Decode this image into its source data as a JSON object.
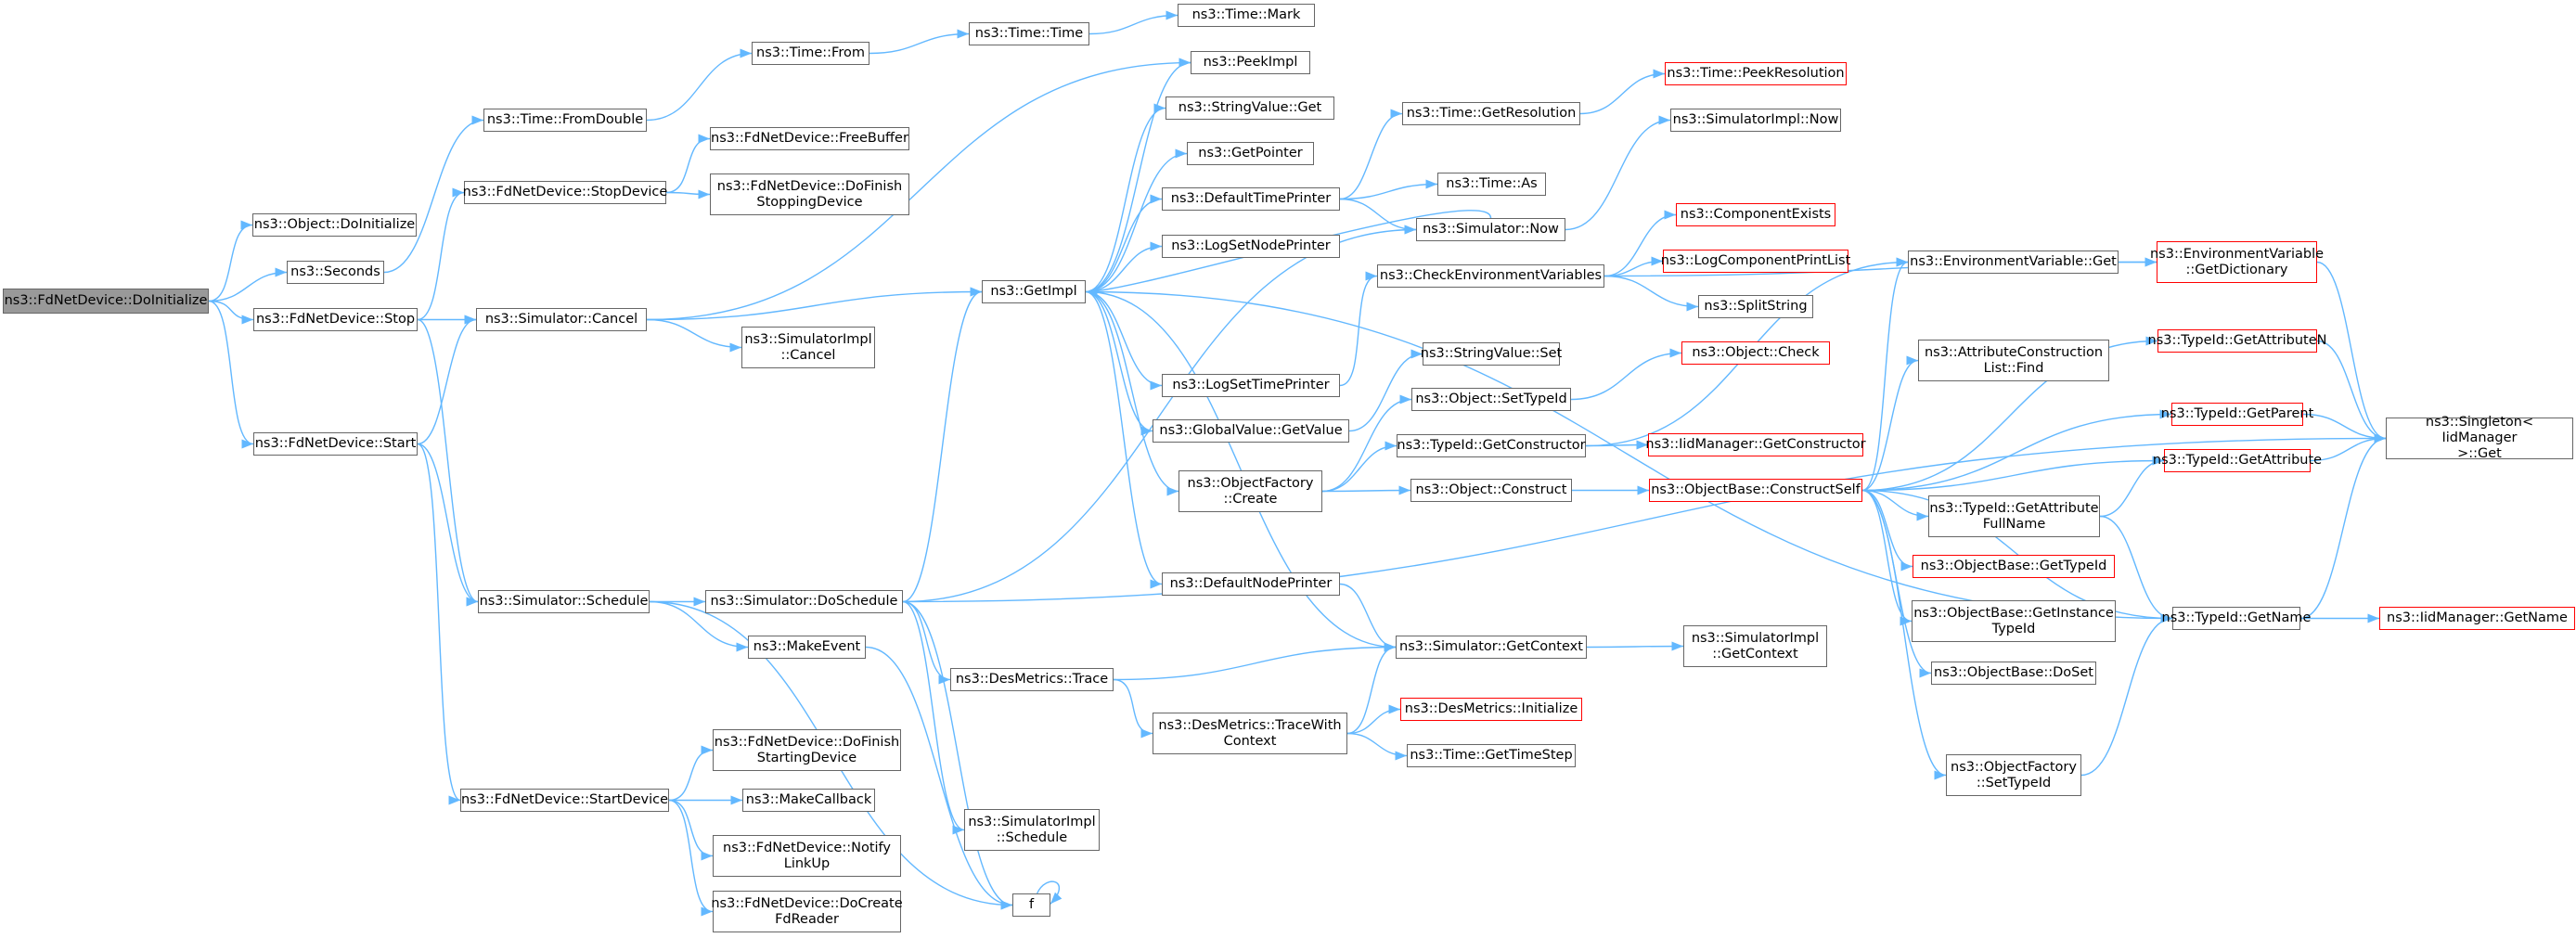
{
  "colors": {
    "edge": "#63b8ff",
    "border": "#666666",
    "truncated_border": "#ff0000",
    "root_fill": "#999999",
    "background": "#ffffff"
  },
  "graph": {
    "nodes": [
      {
        "id": "doinit",
        "label": "ns3::FdNetDevice::DoInitialize",
        "style": "root"
      },
      {
        "id": "objdoinit",
        "label": "ns3::Object::DoInitialize"
      },
      {
        "id": "seconds",
        "label": "ns3::Seconds"
      },
      {
        "id": "stop",
        "label": "ns3::FdNetDevice::Stop"
      },
      {
        "id": "start",
        "label": "ns3::FdNetDevice::Start"
      },
      {
        "id": "fromdouble",
        "label": "ns3::Time::FromDouble"
      },
      {
        "id": "stopdevice",
        "label": "ns3::FdNetDevice::StopDevice"
      },
      {
        "id": "cancel",
        "label": "ns3::Simulator::Cancel"
      },
      {
        "id": "schedule",
        "label": "ns3::Simulator::Schedule"
      },
      {
        "id": "startdevice",
        "label": "ns3::FdNetDevice::StartDevice"
      },
      {
        "id": "timefrom",
        "label": "ns3::Time::From"
      },
      {
        "id": "timetime",
        "label": "ns3::Time::Time"
      },
      {
        "id": "timemark",
        "label": "ns3::Time::Mark"
      },
      {
        "id": "freebuffer",
        "label": "ns3::FdNetDevice::FreeBuffer"
      },
      {
        "id": "dofinishstop",
        "label": "ns3::FdNetDevice::DoFinish\nStoppingDevice"
      },
      {
        "id": "simimplcancel",
        "label": "ns3::SimulatorImpl\n::Cancel"
      },
      {
        "id": "doschedule",
        "label": "ns3::Simulator::DoSchedule"
      },
      {
        "id": "makeevent",
        "label": "ns3::MakeEvent"
      },
      {
        "id": "dofinishstart",
        "label": "ns3::FdNetDevice::DoFinish\nStartingDevice"
      },
      {
        "id": "makecallback",
        "label": "ns3::MakeCallback"
      },
      {
        "id": "notifylinkup",
        "label": "ns3::FdNetDevice::Notify\nLinkUp"
      },
      {
        "id": "docreatefd",
        "label": "ns3::FdNetDevice::DoCreate\nFdReader"
      },
      {
        "id": "getimpl",
        "label": "ns3::GetImpl"
      },
      {
        "id": "desmtrace",
        "label": "ns3::DesMetrics::Trace"
      },
      {
        "id": "simimplsched",
        "label": "ns3::SimulatorImpl\n::Schedule"
      },
      {
        "id": "f",
        "label": "f"
      },
      {
        "id": "peekimpl",
        "label": "ns3::PeekImpl"
      },
      {
        "id": "strvalget",
        "label": "ns3::StringValue::Get"
      },
      {
        "id": "getpointer",
        "label": "ns3::GetPointer"
      },
      {
        "id": "deftimeprinter",
        "label": "ns3::DefaultTimePrinter"
      },
      {
        "id": "logsetnodeprinter",
        "label": "ns3::LogSetNodePrinter"
      },
      {
        "id": "logsettimeprinter",
        "label": "ns3::LogSetTimePrinter"
      },
      {
        "id": "globalvalget",
        "label": "ns3::GlobalValue::GetValue"
      },
      {
        "id": "objfactcreate",
        "label": "ns3::ObjectFactory\n::Create"
      },
      {
        "id": "defnodeprinter",
        "label": "ns3::DefaultNodePrinter"
      },
      {
        "id": "tracewithctx",
        "label": "ns3::DesMetrics::TraceWith\nContext"
      },
      {
        "id": "getresolution",
        "label": "ns3::Time::GetResolution"
      },
      {
        "id": "timeas",
        "label": "ns3::Time::As"
      },
      {
        "id": "simnow",
        "label": "ns3::Simulator::Now"
      },
      {
        "id": "checkenv",
        "label": "ns3::CheckEnvironmentVariables"
      },
      {
        "id": "strvalset",
        "label": "ns3::StringValue::Set"
      },
      {
        "id": "objsettypeid",
        "label": "ns3::Object::SetTypeId"
      },
      {
        "id": "tidgetctor",
        "label": "ns3::TypeId::GetConstructor"
      },
      {
        "id": "objconstruct",
        "label": "ns3::Object::Construct"
      },
      {
        "id": "getcontext",
        "label": "ns3::Simulator::GetContext"
      },
      {
        "id": "desminit",
        "label": "ns3::DesMetrics::Initialize",
        "style": "truncated"
      },
      {
        "id": "gettimestep",
        "label": "ns3::Time::GetTimeStep"
      },
      {
        "id": "peekres",
        "label": "ns3::Time::PeekResolution",
        "style": "truncated"
      },
      {
        "id": "simimplnow",
        "label": "ns3::SimulatorImpl::Now"
      },
      {
        "id": "compexists",
        "label": "ns3::ComponentExists",
        "style": "truncated"
      },
      {
        "id": "logcompprint",
        "label": "ns3::LogComponentPrintList",
        "style": "truncated"
      },
      {
        "id": "splitstring",
        "label": "ns3::SplitString"
      },
      {
        "id": "objcheck",
        "label": "ns3::Object::Check",
        "style": "truncated"
      },
      {
        "id": "iidmgrgetctor",
        "label": "ns3::IidManager::GetConstructor",
        "style": "truncated"
      },
      {
        "id": "constructself",
        "label": "ns3::ObjectBase::ConstructSelf",
        "style": "truncated"
      },
      {
        "id": "simimplgetctx",
        "label": "ns3::SimulatorImpl\n::GetContext"
      },
      {
        "id": "envvarget",
        "label": "ns3::EnvironmentVariable::Get"
      },
      {
        "id": "envvargetdict",
        "label": "ns3::EnvironmentVariable\n::GetDictionary",
        "style": "truncated"
      },
      {
        "id": "attrconstrfind",
        "label": "ns3::AttributeConstruction\nList::Find"
      },
      {
        "id": "tidgetattrn",
        "label": "ns3::TypeId::GetAttributeN",
        "style": "truncated"
      },
      {
        "id": "tidgetparent",
        "label": "ns3::TypeId::GetParent",
        "style": "truncated"
      },
      {
        "id": "tidgetattr",
        "label": "ns3::TypeId::GetAttribute",
        "style": "truncated"
      },
      {
        "id": "tidgetattrfull",
        "label": "ns3::TypeId::GetAttribute\nFullName"
      },
      {
        "id": "objbasegettid",
        "label": "ns3::ObjectBase::GetTypeId",
        "style": "truncated"
      },
      {
        "id": "objbasegetinst",
        "label": "ns3::ObjectBase::GetInstance\nTypeId"
      },
      {
        "id": "objbasedoset",
        "label": "ns3::ObjectBase::DoSet"
      },
      {
        "id": "objfactsettid",
        "label": "ns3::ObjectFactory\n::SetTypeId"
      },
      {
        "id": "tidgetname",
        "label": "ns3::TypeId::GetName"
      },
      {
        "id": "singletonget",
        "label": "ns3::Singleton< IidManager\n >::Get"
      },
      {
        "id": "iidmgrgetname",
        "label": "ns3::IidManager::GetName",
        "style": "truncated"
      }
    ],
    "edges": [
      [
        "doinit",
        "objdoinit"
      ],
      [
        "doinit",
        "seconds"
      ],
      [
        "doinit",
        "stop"
      ],
      [
        "doinit",
        "start"
      ],
      [
        "seconds",
        "fromdouble"
      ],
      [
        "fromdouble",
        "timefrom"
      ],
      [
        "timefrom",
        "timetime"
      ],
      [
        "timetime",
        "timemark"
      ],
      [
        "stop",
        "stopdevice"
      ],
      [
        "stop",
        "cancel"
      ],
      [
        "stop",
        "schedule"
      ],
      [
        "stopdevice",
        "freebuffer"
      ],
      [
        "stopdevice",
        "dofinishstop"
      ],
      [
        "start",
        "cancel"
      ],
      [
        "start",
        "schedule"
      ],
      [
        "start",
        "startdevice"
      ],
      [
        "cancel",
        "peekimpl"
      ],
      [
        "cancel",
        "getimpl"
      ],
      [
        "cancel",
        "simimplcancel"
      ],
      [
        "schedule",
        "doschedule"
      ],
      [
        "schedule",
        "makeevent"
      ],
      [
        "schedule",
        "f"
      ],
      [
        "startdevice",
        "dofinishstart"
      ],
      [
        "startdevice",
        "makecallback"
      ],
      [
        "startdevice",
        "notifylinkup"
      ],
      [
        "startdevice",
        "docreatefd"
      ],
      [
        "doschedule",
        "getimpl"
      ],
      [
        "doschedule",
        "simnow"
      ],
      [
        "doschedule",
        "desmtrace"
      ],
      [
        "doschedule",
        "simimplsched"
      ],
      [
        "doschedule",
        "f"
      ],
      [
        "doschedule",
        "singletonget"
      ],
      [
        "makeevent",
        "f"
      ],
      [
        "f",
        "f"
      ],
      [
        "getimpl",
        "peekimpl"
      ],
      [
        "getimpl",
        "strvalget"
      ],
      [
        "getimpl",
        "getpointer"
      ],
      [
        "getimpl",
        "deftimeprinter"
      ],
      [
        "getimpl",
        "logsetnodeprinter"
      ],
      [
        "getimpl",
        "logsettimeprinter"
      ],
      [
        "getimpl",
        "globalvalget"
      ],
      [
        "getimpl",
        "objfactcreate"
      ],
      [
        "getimpl",
        "defnodeprinter"
      ],
      [
        "getimpl",
        "getcontext"
      ],
      [
        "getimpl",
        "tidgetname"
      ],
      [
        "simnow",
        "getimpl"
      ],
      [
        "simnow",
        "simimplnow"
      ],
      [
        "deftimeprinter",
        "getresolution"
      ],
      [
        "deftimeprinter",
        "timeas"
      ],
      [
        "deftimeprinter",
        "simnow"
      ],
      [
        "getresolution",
        "peekres"
      ],
      [
        "logsettimeprinter",
        "checkenv"
      ],
      [
        "checkenv",
        "compexists"
      ],
      [
        "checkenv",
        "logcompprint"
      ],
      [
        "checkenv",
        "splitstring"
      ],
      [
        "checkenv",
        "envvargetdict"
      ],
      [
        "globalvalget",
        "strvalset"
      ],
      [
        "objfactcreate",
        "objsettypeid"
      ],
      [
        "objfactcreate",
        "tidgetctor"
      ],
      [
        "objfactcreate",
        "objconstruct"
      ],
      [
        "objsettypeid",
        "objcheck"
      ],
      [
        "tidgetctor",
        "iidmgrgetctor"
      ],
      [
        "tidgetctor",
        "envvarget"
      ],
      [
        "objconstruct",
        "constructself"
      ],
      [
        "constructself",
        "envvarget"
      ],
      [
        "constructself",
        "attrconstrfind"
      ],
      [
        "constructself",
        "tidgetattrn"
      ],
      [
        "constructself",
        "tidgetparent"
      ],
      [
        "constructself",
        "tidgetattr"
      ],
      [
        "constructself",
        "tidgetattrfull"
      ],
      [
        "constructself",
        "objbasegettid"
      ],
      [
        "constructself",
        "objbasegetinst"
      ],
      [
        "constructself",
        "objbasedoset"
      ],
      [
        "constructself",
        "objfactsettid"
      ],
      [
        "constructself",
        "tidgetname"
      ],
      [
        "envvarget",
        "envvargetdict"
      ],
      [
        "envvargetdict",
        "singletonget"
      ],
      [
        "tidgetattrn",
        "singletonget"
      ],
      [
        "tidgetparent",
        "singletonget"
      ],
      [
        "tidgetattr",
        "singletonget"
      ],
      [
        "tidgetattrfull",
        "tidgetattr"
      ],
      [
        "tidgetattrfull",
        "tidgetname"
      ],
      [
        "objfactsettid",
        "tidgetname"
      ],
      [
        "tidgetname",
        "singletonget"
      ],
      [
        "tidgetname",
        "iidmgrgetname"
      ],
      [
        "defnodeprinter",
        "getcontext"
      ],
      [
        "desmtrace",
        "getcontext"
      ],
      [
        "desmtrace",
        "tracewithctx"
      ],
      [
        "tracewithctx",
        "getcontext"
      ],
      [
        "tracewithctx",
        "desminit"
      ],
      [
        "tracewithctx",
        "gettimestep"
      ],
      [
        "getcontext",
        "simimplgetctx"
      ]
    ]
  }
}
